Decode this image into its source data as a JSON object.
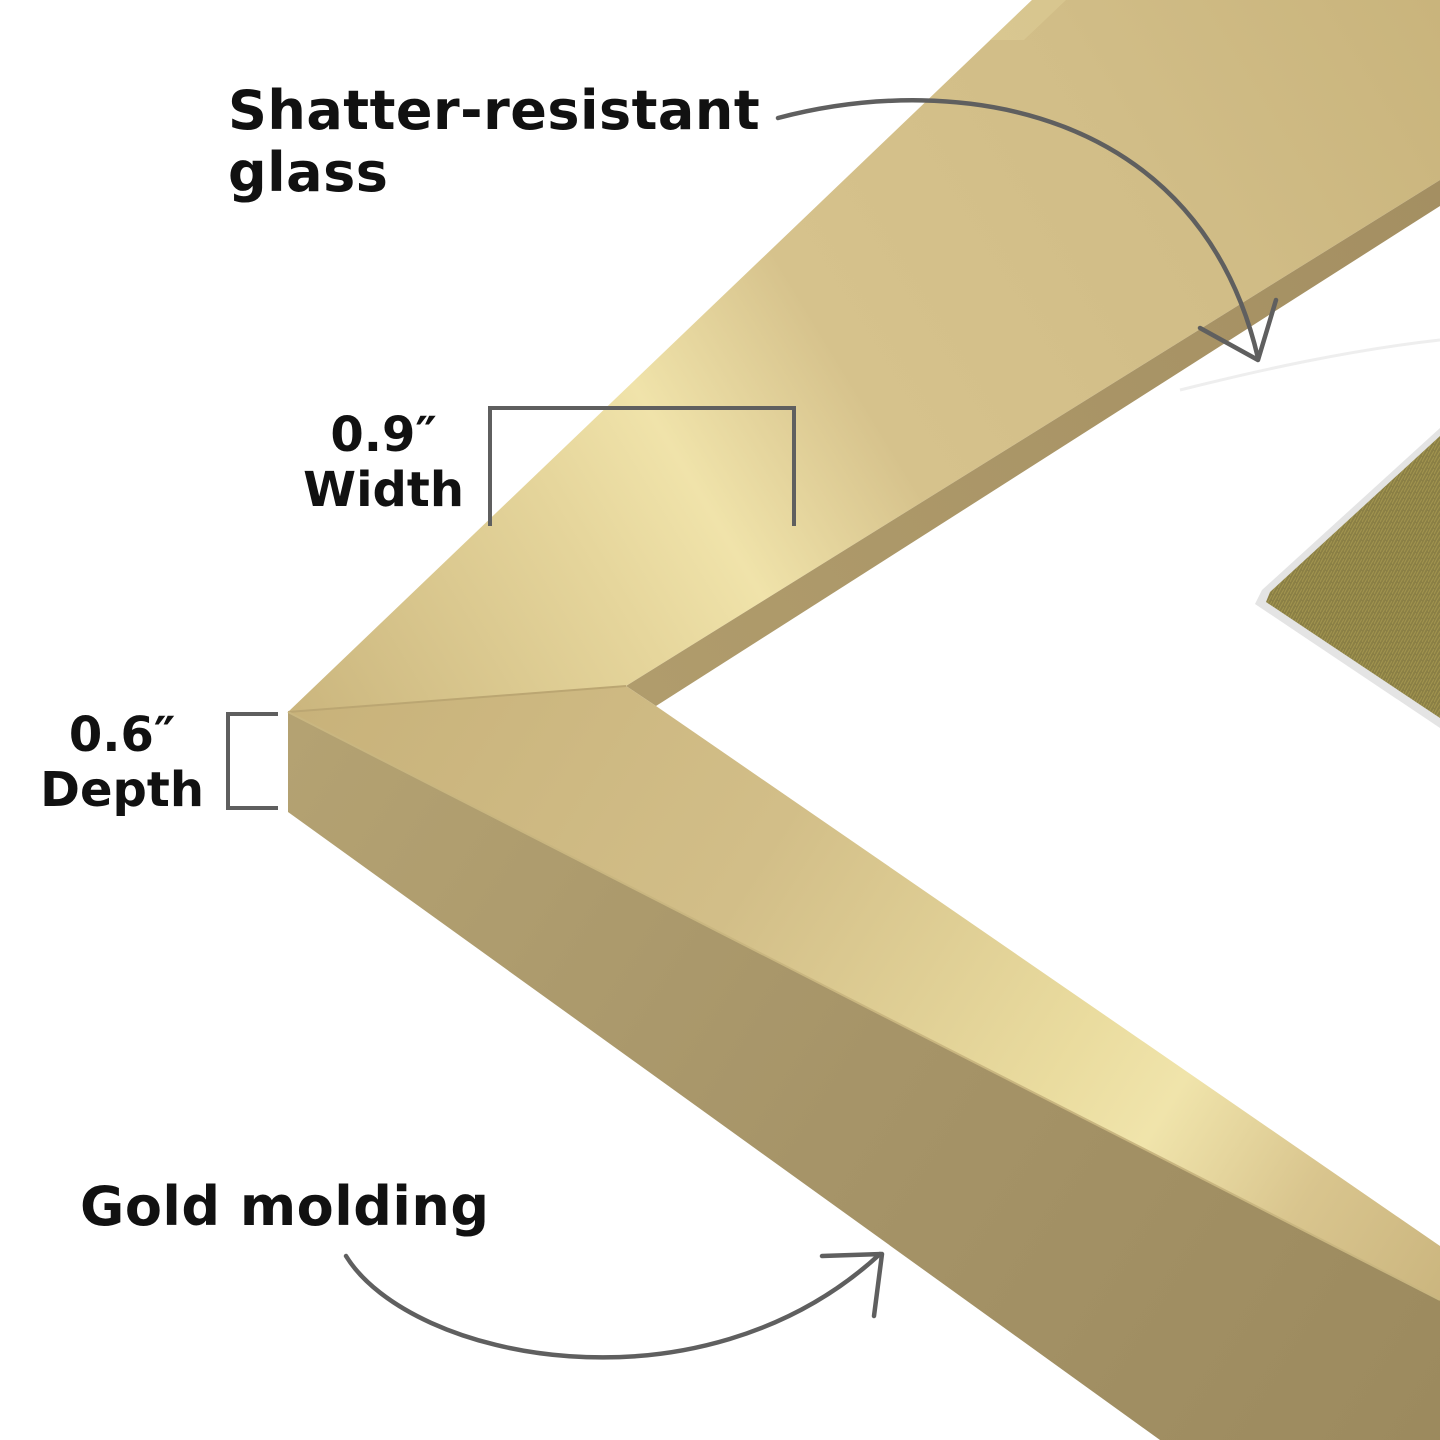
{
  "labels": {
    "glass": [
      "Shatter-resistant",
      "glass"
    ],
    "width": [
      "0.9″",
      "Width"
    ],
    "depth": [
      "0.6″",
      "Depth"
    ],
    "molding": "Gold molding"
  },
  "colors": {
    "frame_gold": "#d4c08c",
    "frame_highlight": "#f1e4aa",
    "frame_side": "#a8976a",
    "annotation_gray": "#5f5f5f",
    "text": "#111111",
    "background": "#ffffff",
    "photo_grass": "#7a7038"
  }
}
